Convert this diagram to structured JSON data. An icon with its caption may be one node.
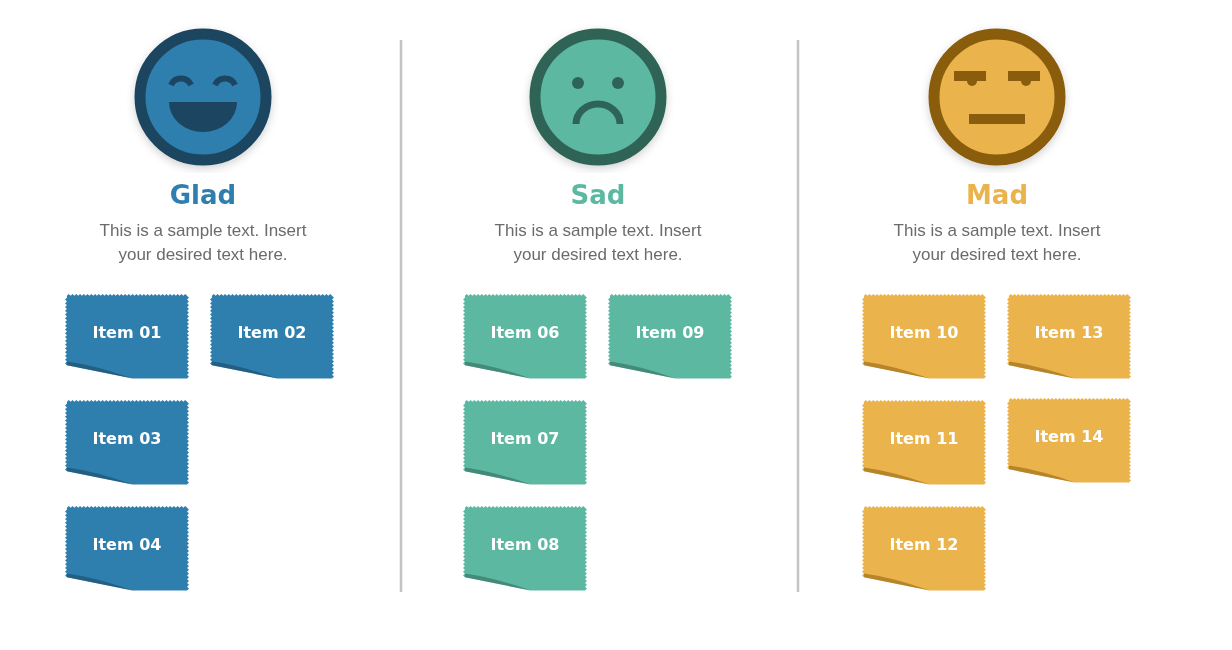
{
  "diagram": {
    "nodes": [
      {
        "text": [
          "Item 01"
        ]
      },
      {
        "text": [
          "Item 02"
        ]
      },
      {
        "text": [
          "Item 03"
        ]
      },
      {
        "text": [
          "Item 04"
        ]
      },
      {
        "text": [
          "Item 06"
        ]
      },
      {
        "text": [
          "Item 09"
        ]
      },
      {
        "text": [
          "Item 07"
        ]
      },
      {
        "text": [
          "Item 08"
        ]
      },
      {
        "text": [
          "Item 10"
        ]
      },
      {
        "text": [
          "Item 13"
        ]
      },
      {
        "text": [
          "Item 11"
        ]
      },
      {
        "text": [
          "Item 14"
        ]
      },
      {
        "text": [
          "Item 12"
        ]
      }
    ],
    "labels": [
      "Glad",
      "This is a sample text. Insert your desired text here.",
      "Sad",
      "This is a sample text. Insert your desired text here.",
      "Mad",
      "This is a sample text. Insert your desired text here."
    ]
  }
}
